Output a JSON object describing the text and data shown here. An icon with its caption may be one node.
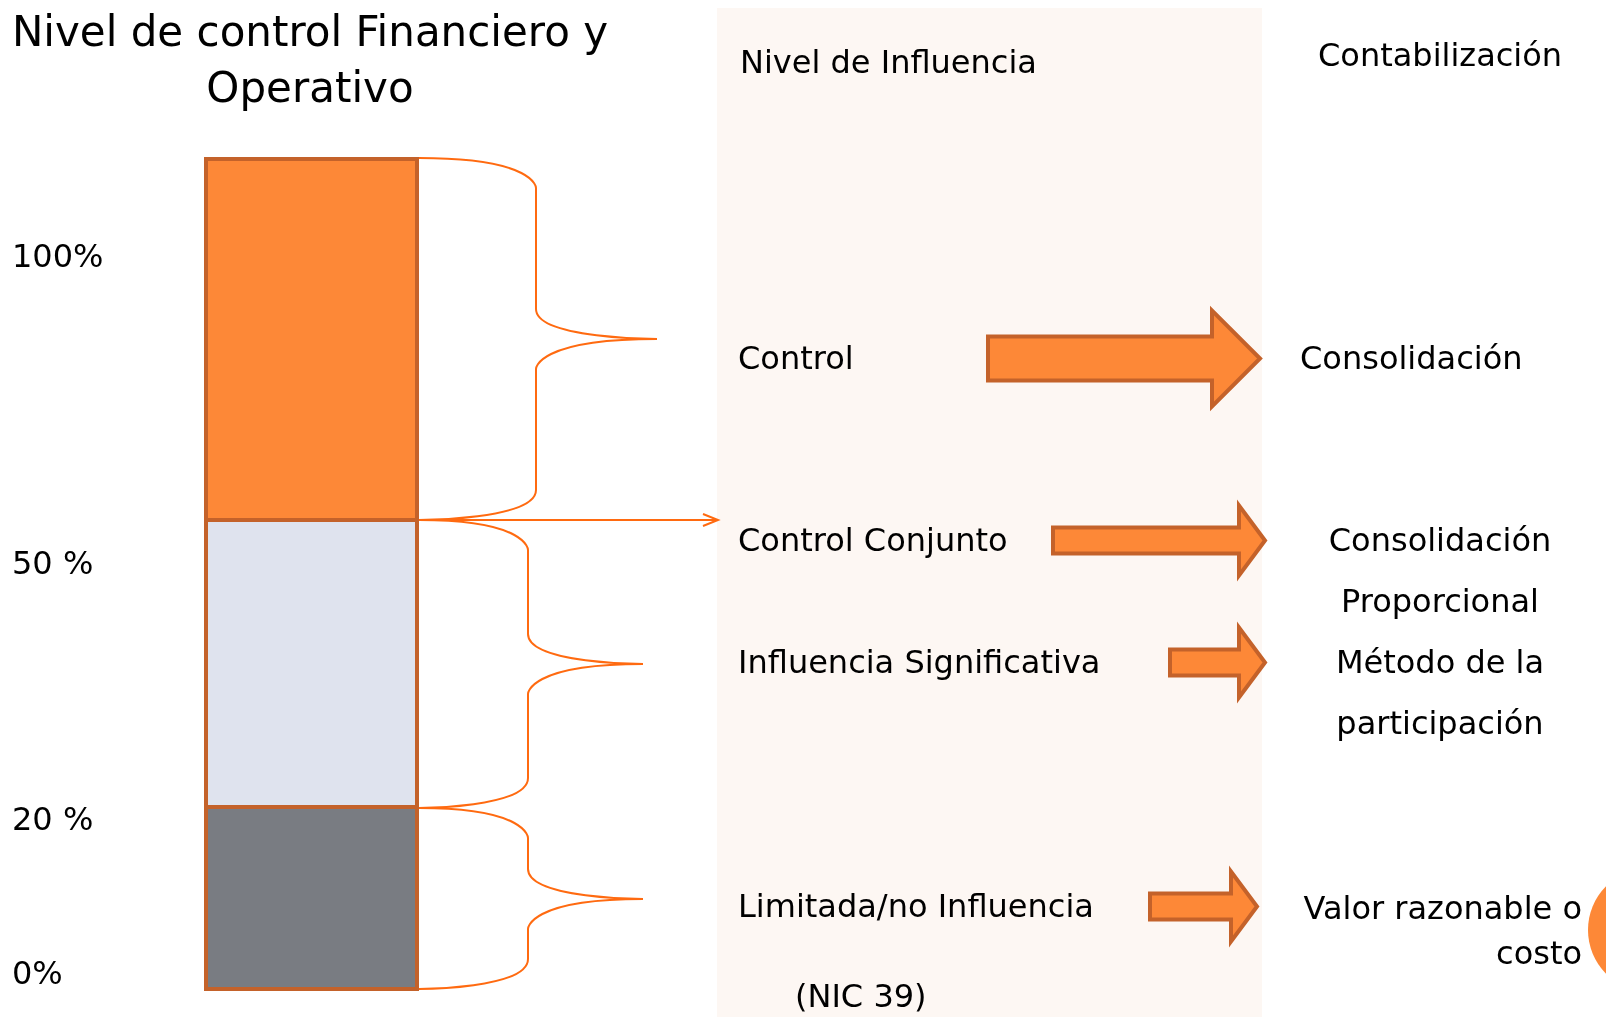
{
  "diagram": {
    "title": "Nivel de control Financiero y Operativo",
    "nodes": [
      {
        "text": [],
        "shape": "bar"
      },
      {
        "text": [],
        "shape": "bar"
      },
      {
        "text": [],
        "shape": "bar"
      },
      {
        "text": [
          "Nivel de Influencia"
        ]
      },
      {
        "text": [
          "Control"
        ],
        "in": 3
      },
      {
        "text": [
          "Consolidación"
        ]
      },
      {
        "text": [
          "Control Conjunto"
        ],
        "in": 3
      },
      {
        "text": [
          "Consolidación Proporcional"
        ]
      },
      {
        "text": [
          "Influencia Significativa"
        ],
        "in": 3
      },
      {
        "text": [
          "Método de la participación"
        ]
      },
      {
        "text": [
          "Limitada/no Influencia"
        ],
        "in": 3,
        "beside": [
          "(NIC 39)"
        ]
      },
      {
        "text": [
          "Valor razonable o costo"
        ]
      }
    ],
    "edges": [
      {
        "from": 1,
        "to": 6,
        "arrow": "to"
      },
      {
        "from": 4,
        "to": 5,
        "arrow": "to",
        "style": "thick"
      },
      {
        "from": 6,
        "to": 7,
        "arrow": "to"
      },
      {
        "from": 8,
        "to": 9,
        "arrow": "to"
      },
      {
        "from": 10,
        "to": 11,
        "arrow": "to"
      }
    ],
    "labels": [
      "100%",
      "50 %",
      "20 %",
      "0%",
      "Contabilización"
    ]
  }
}
